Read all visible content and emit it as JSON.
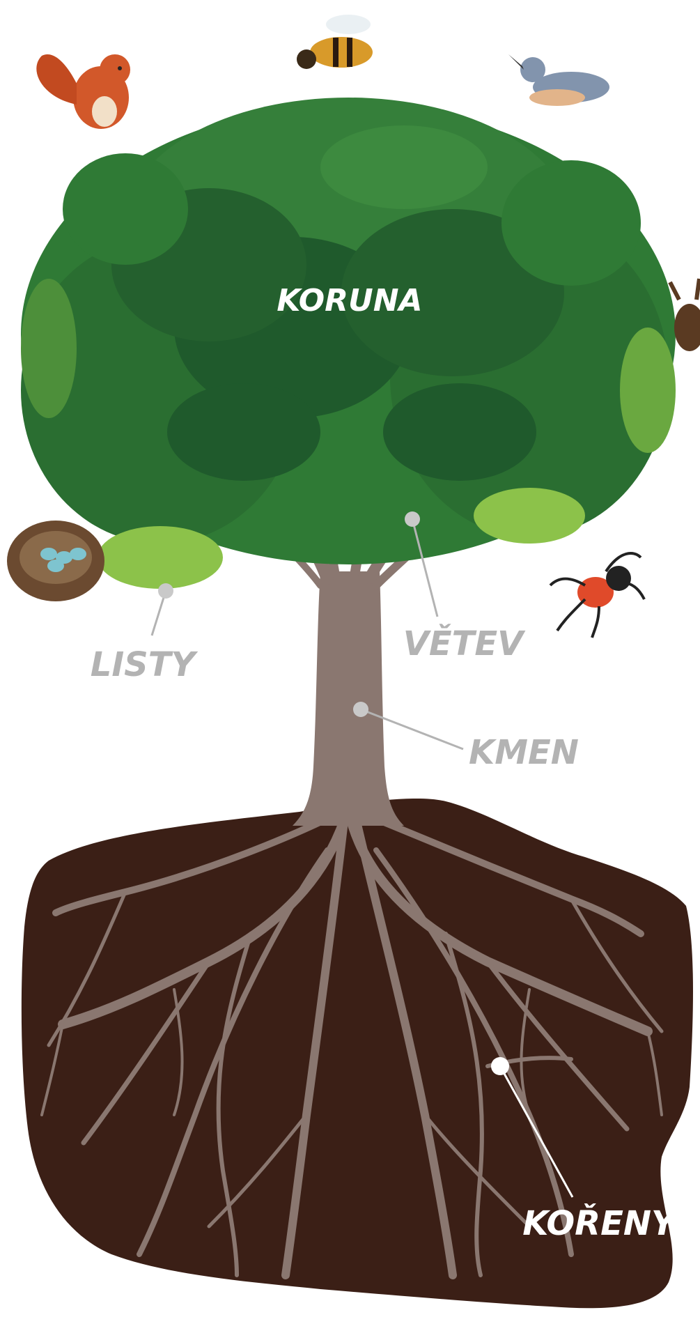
{
  "labels": {
    "koruna": "KORUNA",
    "listy": "LISTY",
    "vetev": "VĚTEV",
    "kmen": "KMEN",
    "koreny": "KOŘENY"
  },
  "colors": {
    "canopy_dark": "#1f5a2c",
    "canopy_mid": "#2f7a35",
    "canopy_light": "#8cc24a",
    "trunk": "#8a7770",
    "soil": "#3b1f16",
    "label_gray": "#b3b3b3",
    "label_white": "#ffffff"
  }
}
